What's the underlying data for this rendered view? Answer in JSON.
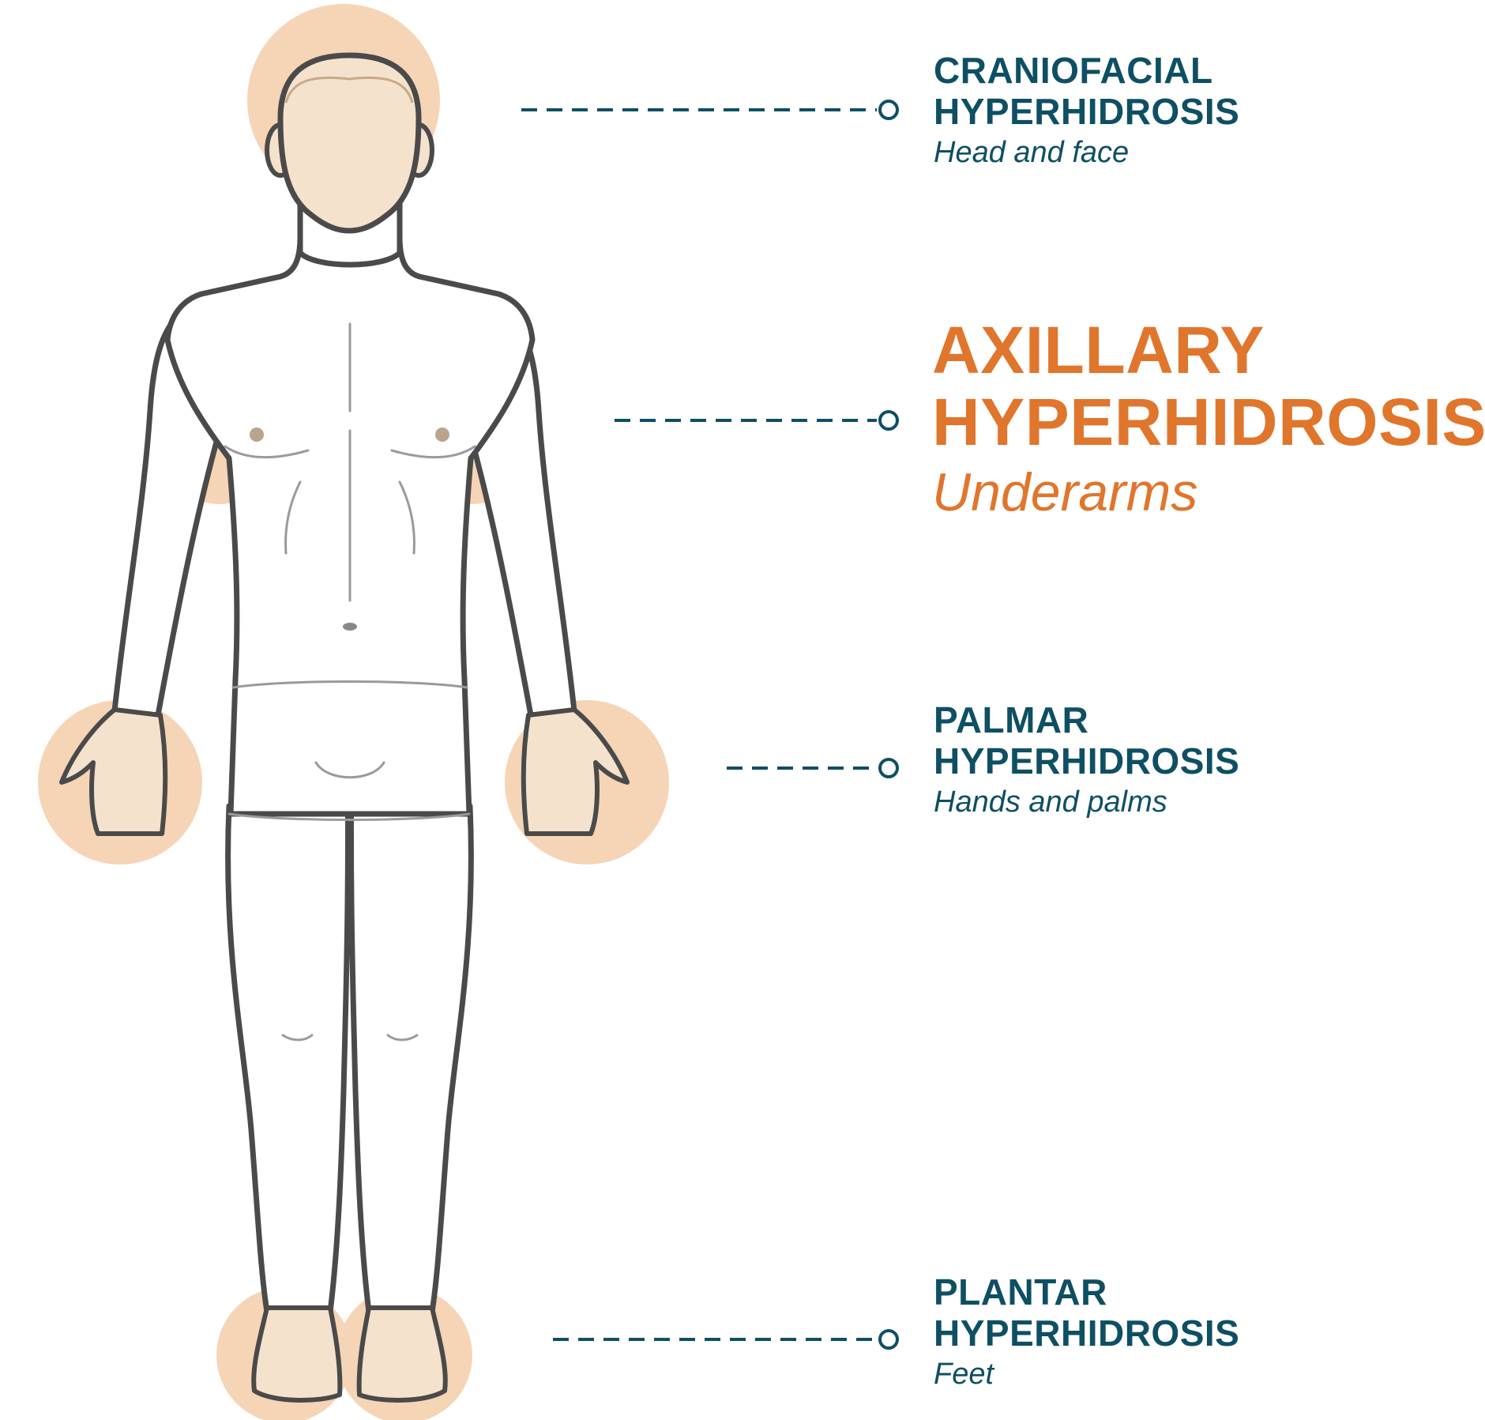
{
  "colors": {
    "text_primary": "#0e4f63",
    "text_highlight": "#e0752c",
    "zone_fill": "#f6d4b6",
    "outline": "#4a4a4a",
    "skin": "#f5e2cc"
  },
  "regions": [
    {
      "id": "craniofacial",
      "title_line1": "CRANIOFACIAL",
      "title_line2": "HYPERHIDROSIS",
      "subtitle": "Head and face",
      "highlighted": false
    },
    {
      "id": "axillary",
      "title_line1": "AXILLARY",
      "title_line2": "HYPERHIDROSIS",
      "subtitle": "Underarms",
      "highlighted": true
    },
    {
      "id": "palmar",
      "title_line1": "PALMAR",
      "title_line2": "HYPERHIDROSIS",
      "subtitle": "Hands and palms",
      "highlighted": false
    },
    {
      "id": "plantar",
      "title_line1": "PLANTAR",
      "title_line2": "HYPERHIDROSIS",
      "subtitle": "Feet",
      "highlighted": false
    }
  ]
}
